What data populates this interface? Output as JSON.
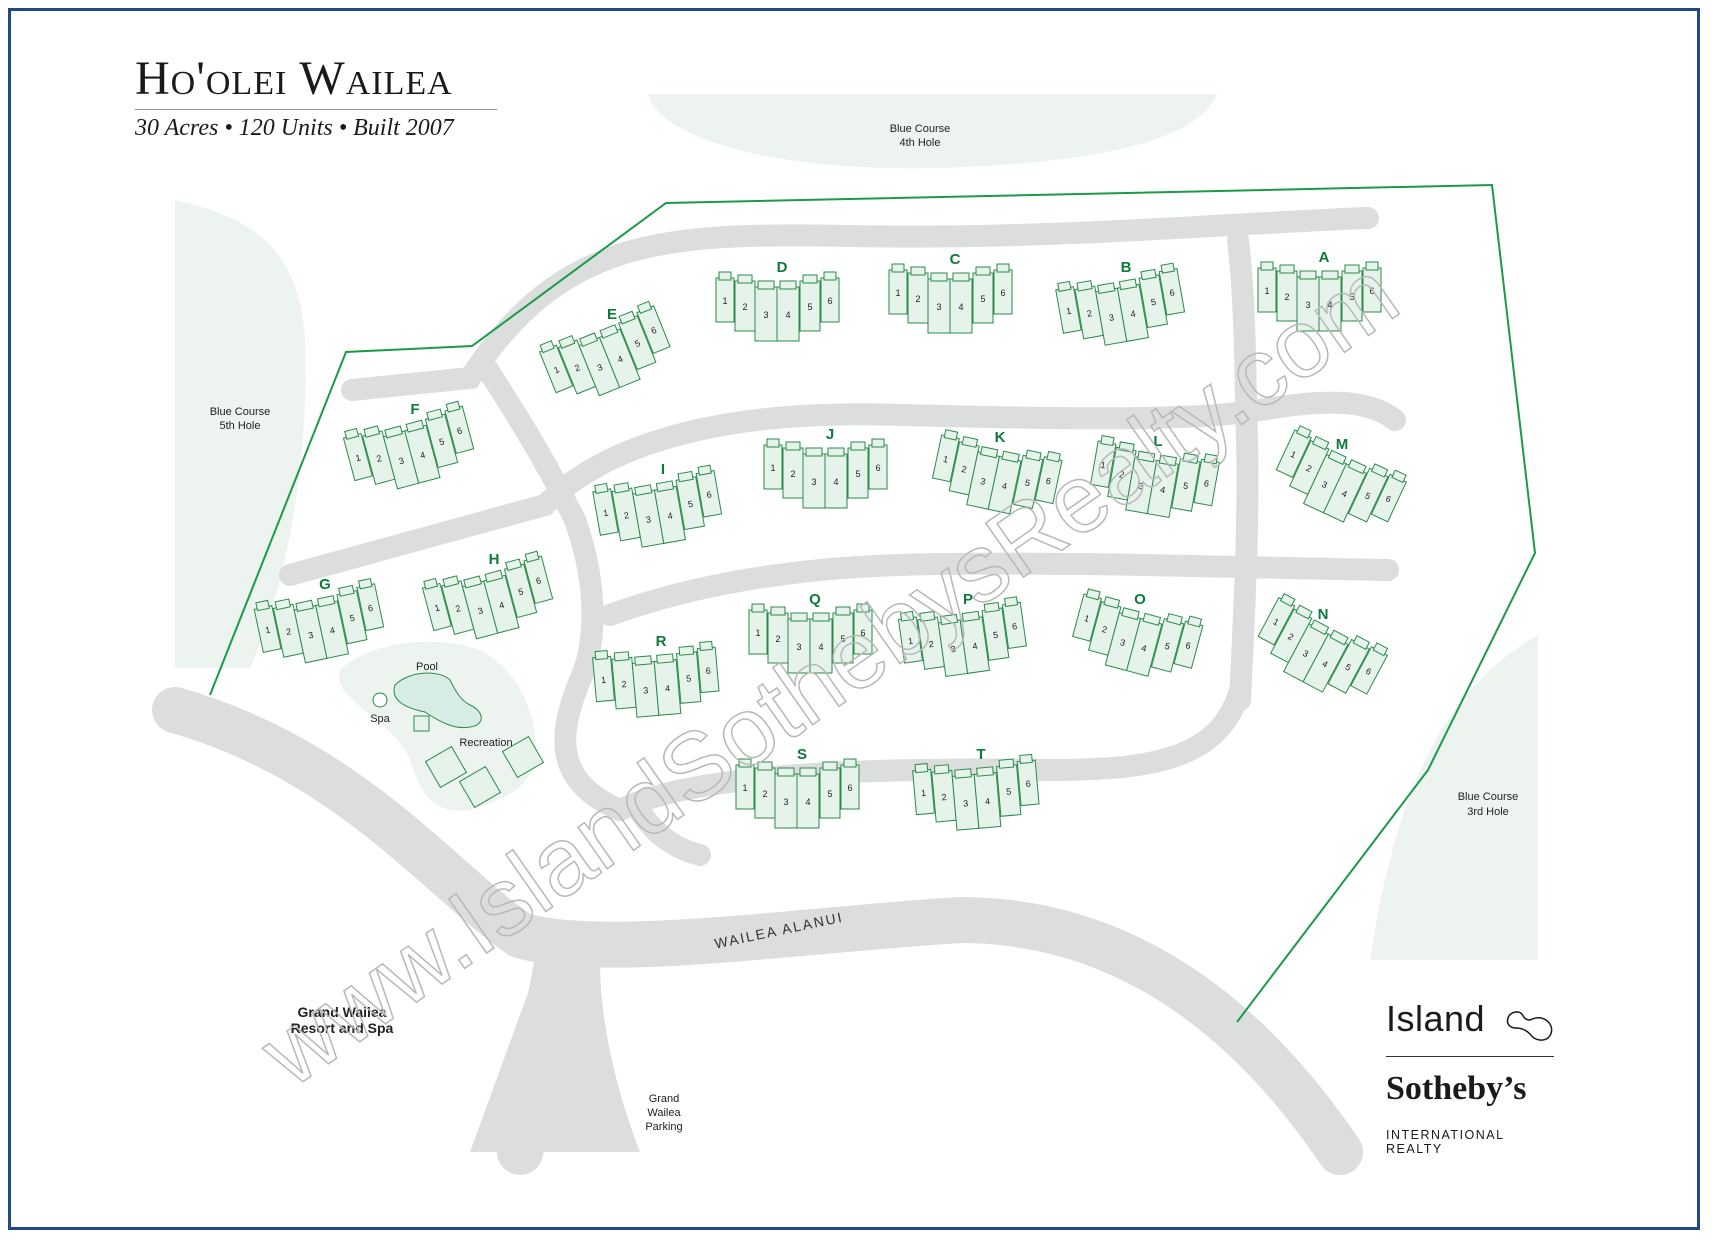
{
  "title": "Ho'olei Wailea",
  "subtitle": "30 Acres • 120 Units • Built 2007",
  "watermark": "www.IslandSothebysRealty.com",
  "colors": {
    "boundary": "#1a9a4a",
    "building_fill": "#e6f3ea",
    "building_stroke": "#2a8a4a",
    "letter": "#0e7a3c",
    "road": "#dcdedd",
    "golf": "#edf4ef",
    "frame": "#1f4a8a"
  },
  "labels": {
    "blue4": [
      "Blue Course",
      "4th Hole"
    ],
    "blue5": [
      "Blue Course",
      "5th Hole"
    ],
    "blue3": [
      "Blue Course",
      "3rd Hole"
    ],
    "pool": "Pool",
    "spa": "Spa",
    "recreation": "Recreation",
    "street": "WAILEA ALANUI",
    "resort": [
      "Grand Wailea",
      "Resort and Spa"
    ],
    "parking": [
      "Grand",
      "Wailea",
      "Parking"
    ]
  },
  "unit_numbers": [
    "1",
    "2",
    "3",
    "4",
    "5",
    "6"
  ],
  "buildings": [
    {
      "letter": "A"
    },
    {
      "letter": "B"
    },
    {
      "letter": "C"
    },
    {
      "letter": "D"
    },
    {
      "letter": "E"
    },
    {
      "letter": "F"
    },
    {
      "letter": "G"
    },
    {
      "letter": "H"
    },
    {
      "letter": "I"
    },
    {
      "letter": "J"
    },
    {
      "letter": "K"
    },
    {
      "letter": "L"
    },
    {
      "letter": "M"
    },
    {
      "letter": "N"
    },
    {
      "letter": "O"
    },
    {
      "letter": "P"
    },
    {
      "letter": "Q"
    },
    {
      "letter": "R"
    },
    {
      "letter": "S"
    },
    {
      "letter": "T"
    }
  ],
  "logo": {
    "island": "Island",
    "sothebys": "Sotheby’s",
    "international": "INTERNATIONAL REALTY"
  }
}
